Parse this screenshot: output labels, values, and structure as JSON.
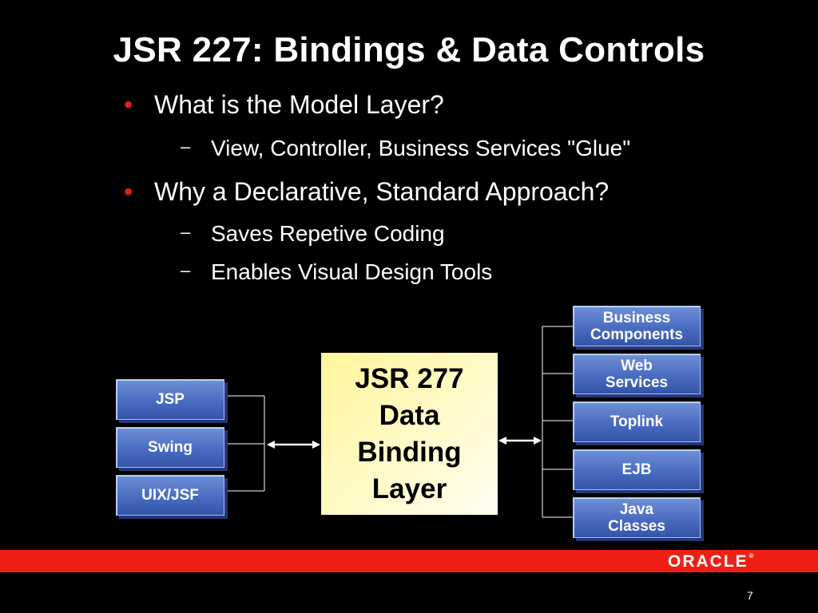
{
  "slide": {
    "title": "JSR 227: Bindings & Data Controls",
    "bullets": [
      {
        "text": "What is the Model Layer?",
        "subs": [
          "View, Controller, Business Services \"Glue\""
        ]
      },
      {
        "text": "Why a Declarative, Standard Approach?",
        "subs": [
          "Saves Repetive Coding",
          "Enables Visual Design Tools"
        ]
      }
    ],
    "bullet_symbol": "•",
    "sub_symbol": "–",
    "page_number": "7"
  },
  "diagram": {
    "center": {
      "lines": [
        "JSR 277",
        "Data",
        "Binding",
        "Layer"
      ]
    },
    "clients": [
      "JSP",
      "Swing",
      "UIX/JSF"
    ],
    "services": [
      [
        "Business",
        "Components"
      ],
      [
        "Web",
        "Services"
      ],
      [
        "Toplink"
      ],
      [
        "EJB"
      ],
      [
        "Java",
        "Classes"
      ]
    ]
  },
  "footer": {
    "logo": "ORACLE",
    "logo_mark": "®"
  },
  "colors": {
    "background": "#000000",
    "accent_red": "#ee2015",
    "box_blue": "#4a6cc0",
    "core_yellow": "#fff59a"
  }
}
